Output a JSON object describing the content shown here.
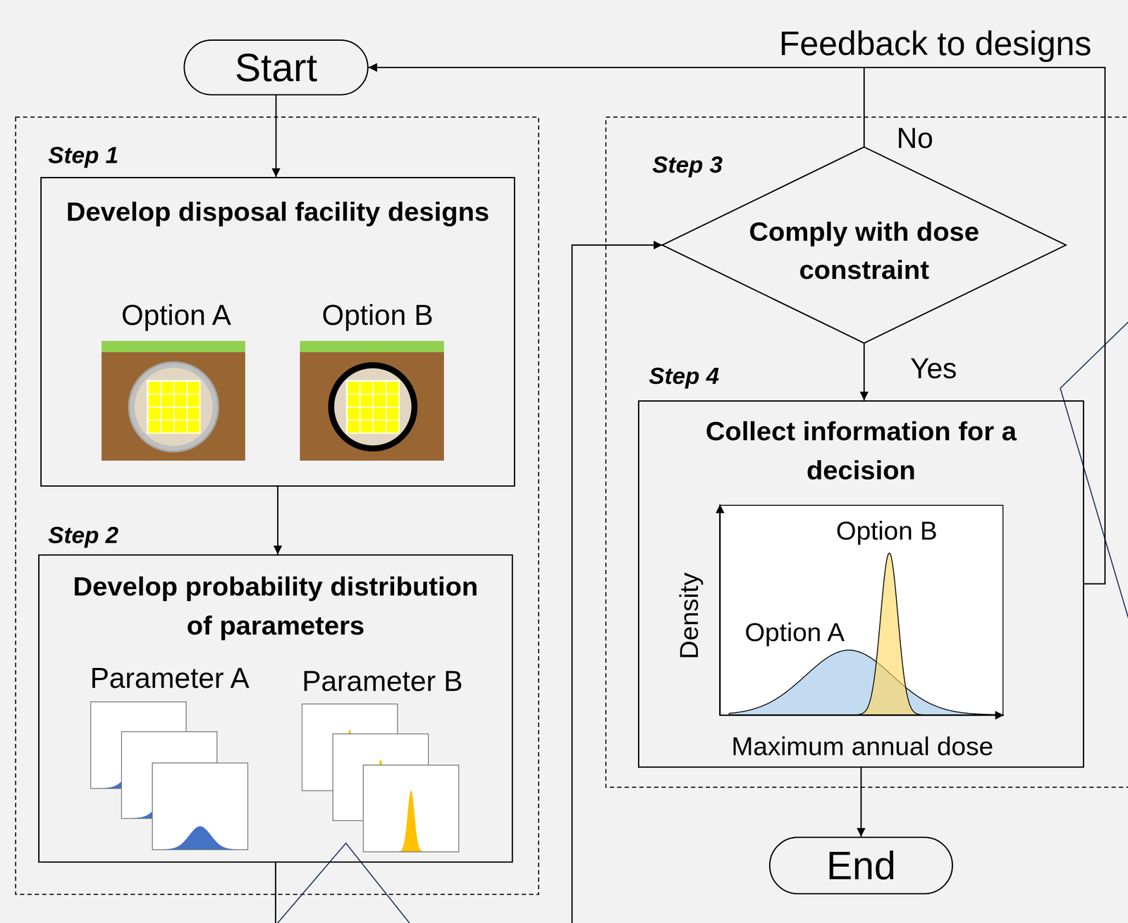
{
  "diagram": {
    "nodes": [
      {
        "text": [
          "Start"
        ]
      },
      {
        "text": [
          "Step 1",
          "Develop disposal facility designs",
          "Option A",
          "Option B"
        ]
      },
      {
        "text": [
          "Step 2",
          "Develop probability distribution of parameters",
          "Parameter A",
          "Parameter B"
        ]
      },
      {
        "text": [
          "Step 3",
          "Comply with dose constraint"
        ]
      },
      {
        "text": [
          "Step 4",
          "Collect information for a decision",
          "Option B",
          "Option A",
          "Density",
          "Maximum annual dose"
        ]
      },
      {
        "text": [
          "End"
        ]
      }
    ],
    "edges": [
      {
        "from": 0,
        "to": 1,
        "arrow": "to"
      },
      {
        "from": 1,
        "to": 2,
        "arrow": "to"
      },
      {
        "from": 2,
        "to": 3,
        "arrow": "to"
      },
      {
        "from": 3,
        "to": 4,
        "label": "Yes",
        "arrow": "to"
      },
      {
        "from": 3,
        "to": 0,
        "label": "No",
        "arrow": "to"
      },
      {
        "from": 4,
        "to": 0,
        "label": "Feedback to designs",
        "arrow": "to"
      },
      {
        "from": 4,
        "to": 5,
        "arrow": "to"
      }
    ]
  }
}
